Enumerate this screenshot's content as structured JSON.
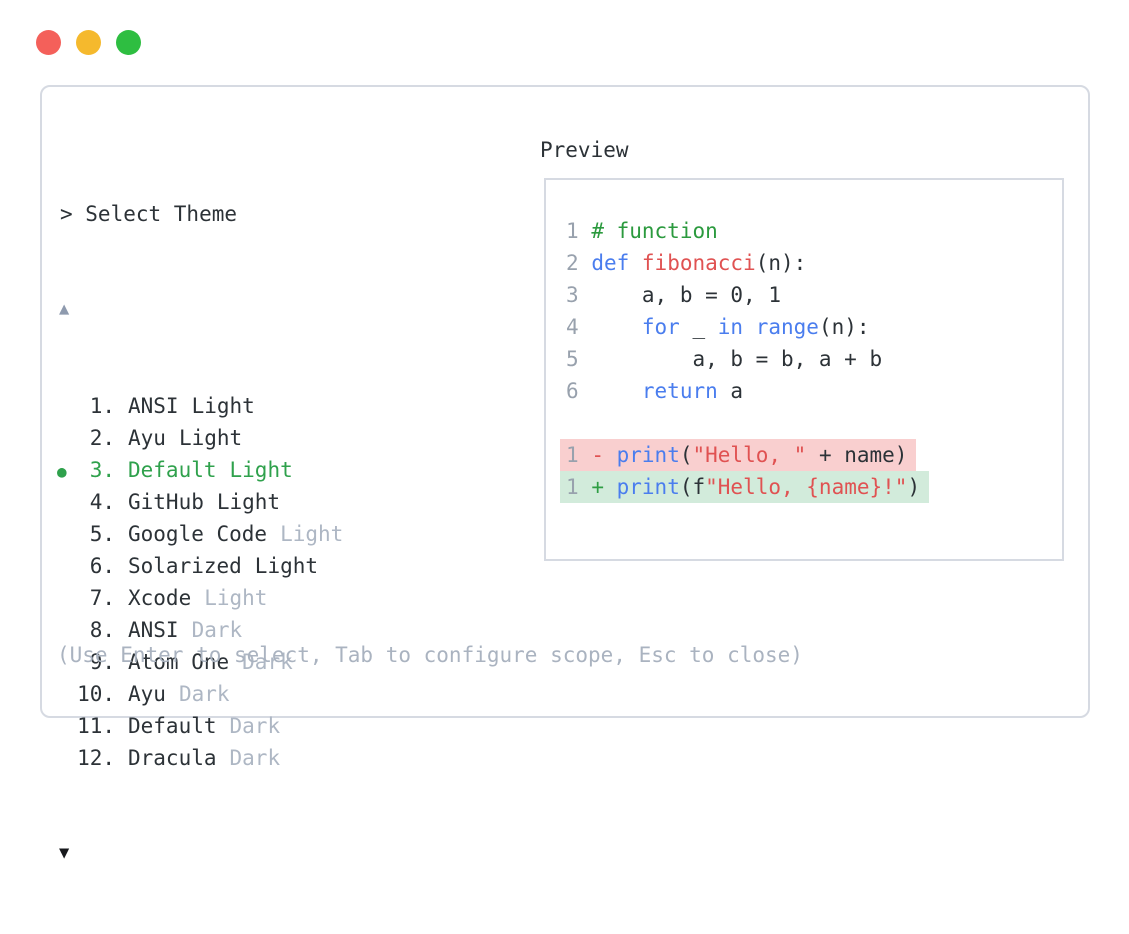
{
  "window": {
    "traffic_lights": [
      {
        "name": "close",
        "color": "#f4605a"
      },
      {
        "name": "minimize",
        "color": "#f5b92d"
      },
      {
        "name": "maximize",
        "color": "#2ebe41"
      }
    ]
  },
  "selector": {
    "prompt": "> Select Theme",
    "scroll_up": "▲",
    "scroll_down": "▼",
    "hint": "(Use Enter to select, Tab to configure scope, Esc to close)",
    "items": [
      {
        "number": "1.",
        "name": "ANSI",
        "variant": "Light",
        "variant_muted": false,
        "selected": false
      },
      {
        "number": "2.",
        "name": "Ayu",
        "variant": "Light",
        "variant_muted": false,
        "selected": false
      },
      {
        "number": "3.",
        "name": "Default",
        "variant": "Light",
        "variant_muted": false,
        "selected": true
      },
      {
        "number": "4.",
        "name": "GitHub",
        "variant": "Light",
        "variant_muted": false,
        "selected": false
      },
      {
        "number": "5.",
        "name": "Google Code",
        "variant": "Light",
        "variant_muted": true,
        "selected": false
      },
      {
        "number": "6.",
        "name": "Solarized",
        "variant": "Light",
        "variant_muted": false,
        "selected": false
      },
      {
        "number": "7.",
        "name": "Xcode",
        "variant": "Light",
        "variant_muted": true,
        "selected": false
      },
      {
        "number": "8.",
        "name": "ANSI",
        "variant": "Dark",
        "variant_muted": true,
        "selected": false
      },
      {
        "number": "9.",
        "name": "Atom One",
        "variant": "Dark",
        "variant_muted": true,
        "selected": false
      },
      {
        "number": "10.",
        "name": "Ayu",
        "variant": "Dark",
        "variant_muted": true,
        "selected": false
      },
      {
        "number": "11.",
        "name": "Default",
        "variant": "Dark",
        "variant_muted": true,
        "selected": false
      },
      {
        "number": "12.",
        "name": "Dracula",
        "variant": "Dark",
        "variant_muted": true,
        "selected": false
      }
    ],
    "selected_bullet": "●"
  },
  "preview": {
    "title": "Preview",
    "lines": [
      {
        "num": "1",
        "diff": null,
        "sign": null,
        "tokens": [
          {
            "s": "comment",
            "t": "# function"
          }
        ]
      },
      {
        "num": "2",
        "diff": null,
        "sign": null,
        "tokens": [
          {
            "s": "kw",
            "t": "def"
          },
          {
            "s": "plain",
            "t": " "
          },
          {
            "s": "fn",
            "t": "fibonacci"
          },
          {
            "s": "plain",
            "t": "(n):"
          }
        ]
      },
      {
        "num": "3",
        "diff": null,
        "sign": null,
        "tokens": [
          {
            "s": "plain",
            "t": "    a, b = 0, 1"
          }
        ]
      },
      {
        "num": "4",
        "diff": null,
        "sign": null,
        "tokens": [
          {
            "s": "plain",
            "t": "    "
          },
          {
            "s": "kw",
            "t": "for"
          },
          {
            "s": "plain",
            "t": " _ "
          },
          {
            "s": "kw",
            "t": "in"
          },
          {
            "s": "plain",
            "t": " "
          },
          {
            "s": "kw",
            "t": "range"
          },
          {
            "s": "plain",
            "t": "(n):"
          }
        ]
      },
      {
        "num": "5",
        "diff": null,
        "sign": null,
        "tokens": [
          {
            "s": "plain",
            "t": "        a, b = b, a + b"
          }
        ]
      },
      {
        "num": "6",
        "diff": null,
        "sign": null,
        "tokens": [
          {
            "s": "plain",
            "t": "    "
          },
          {
            "s": "kw",
            "t": "return"
          },
          {
            "s": "plain",
            "t": " a"
          }
        ]
      },
      {
        "num": "",
        "diff": null,
        "sign": null,
        "tokens": []
      },
      {
        "num": "1",
        "diff": "del",
        "sign": "-",
        "tokens": [
          {
            "s": "kw",
            "t": "print"
          },
          {
            "s": "plain",
            "t": "("
          },
          {
            "s": "str",
            "t": "\"Hello, \""
          },
          {
            "s": "plain",
            "t": " + name)"
          }
        ]
      },
      {
        "num": "1",
        "diff": "add",
        "sign": "+",
        "tokens": [
          {
            "s": "kw",
            "t": "print"
          },
          {
            "s": "plain",
            "t": "(f"
          },
          {
            "s": "str",
            "t": "\"Hello, {name}!\""
          },
          {
            "s": "plain",
            "t": ")"
          }
        ]
      }
    ]
  },
  "colors": {
    "border": "#d6dae2",
    "text": "#2c3237",
    "muted": "#aeb7c4",
    "hint": "#aab3c0",
    "lineno": "#98a1ad",
    "keyword": "#4a7dee",
    "function": "#e05252",
    "string": "#e05252",
    "comment": "#2b9a3e",
    "selected": "#2fa14c",
    "sign_del": "#e05252",
    "sign_add": "#2f9e44",
    "diff_del_bg": "#f9cfcf",
    "diff_add_bg": "#d2ebdb",
    "triangle_up": "#8e9aae",
    "triangle_down": "#17191c"
  }
}
